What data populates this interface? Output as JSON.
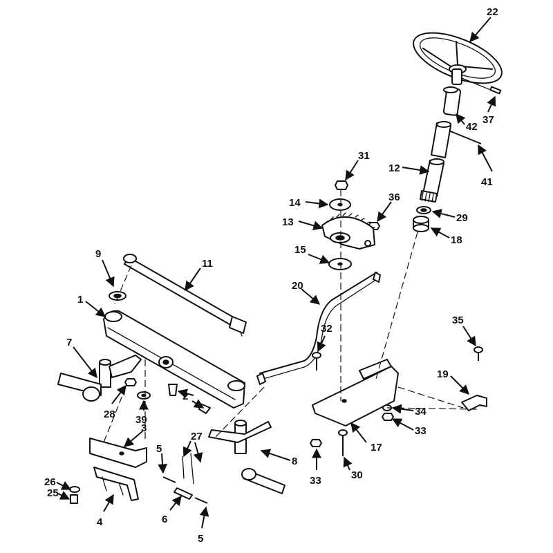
{
  "diagram": {
    "callouts": [
      {
        "id": "c22",
        "number": "22"
      },
      {
        "id": "c37",
        "number": "37"
      },
      {
        "id": "c42",
        "number": "42"
      },
      {
        "id": "c41",
        "number": "41"
      },
      {
        "id": "c12",
        "number": "12"
      },
      {
        "id": "c31",
        "number": "31"
      },
      {
        "id": "c14",
        "number": "14"
      },
      {
        "id": "c36",
        "number": "36"
      },
      {
        "id": "c29",
        "number": "29"
      },
      {
        "id": "c13",
        "number": "13"
      },
      {
        "id": "c18",
        "number": "18"
      },
      {
        "id": "c15",
        "number": "15"
      },
      {
        "id": "c9",
        "number": "9"
      },
      {
        "id": "c11",
        "number": "11"
      },
      {
        "id": "c20",
        "number": "20"
      },
      {
        "id": "c1",
        "number": "1"
      },
      {
        "id": "c35",
        "number": "35"
      },
      {
        "id": "c32",
        "number": "32"
      },
      {
        "id": "c7",
        "number": "7"
      },
      {
        "id": "c19",
        "number": "19"
      },
      {
        "id": "c2",
        "number": "2"
      },
      {
        "id": "c28",
        "number": "28"
      },
      {
        "id": "c39",
        "number": "39"
      },
      {
        "id": "c34",
        "number": "34"
      },
      {
        "id": "c3",
        "number": "3"
      },
      {
        "id": "c33a",
        "number": "33"
      },
      {
        "id": "c27",
        "number": "27"
      },
      {
        "id": "c8",
        "number": "8"
      },
      {
        "id": "c17",
        "number": "17"
      },
      {
        "id": "c5a",
        "number": "5"
      },
      {
        "id": "c26",
        "number": "26"
      },
      {
        "id": "c30",
        "number": "30"
      },
      {
        "id": "c33b",
        "number": "33"
      },
      {
        "id": "c25",
        "number": "25"
      },
      {
        "id": "c6",
        "number": "6"
      },
      {
        "id": "c4",
        "number": "4"
      },
      {
        "id": "c5b",
        "number": "5"
      }
    ]
  }
}
